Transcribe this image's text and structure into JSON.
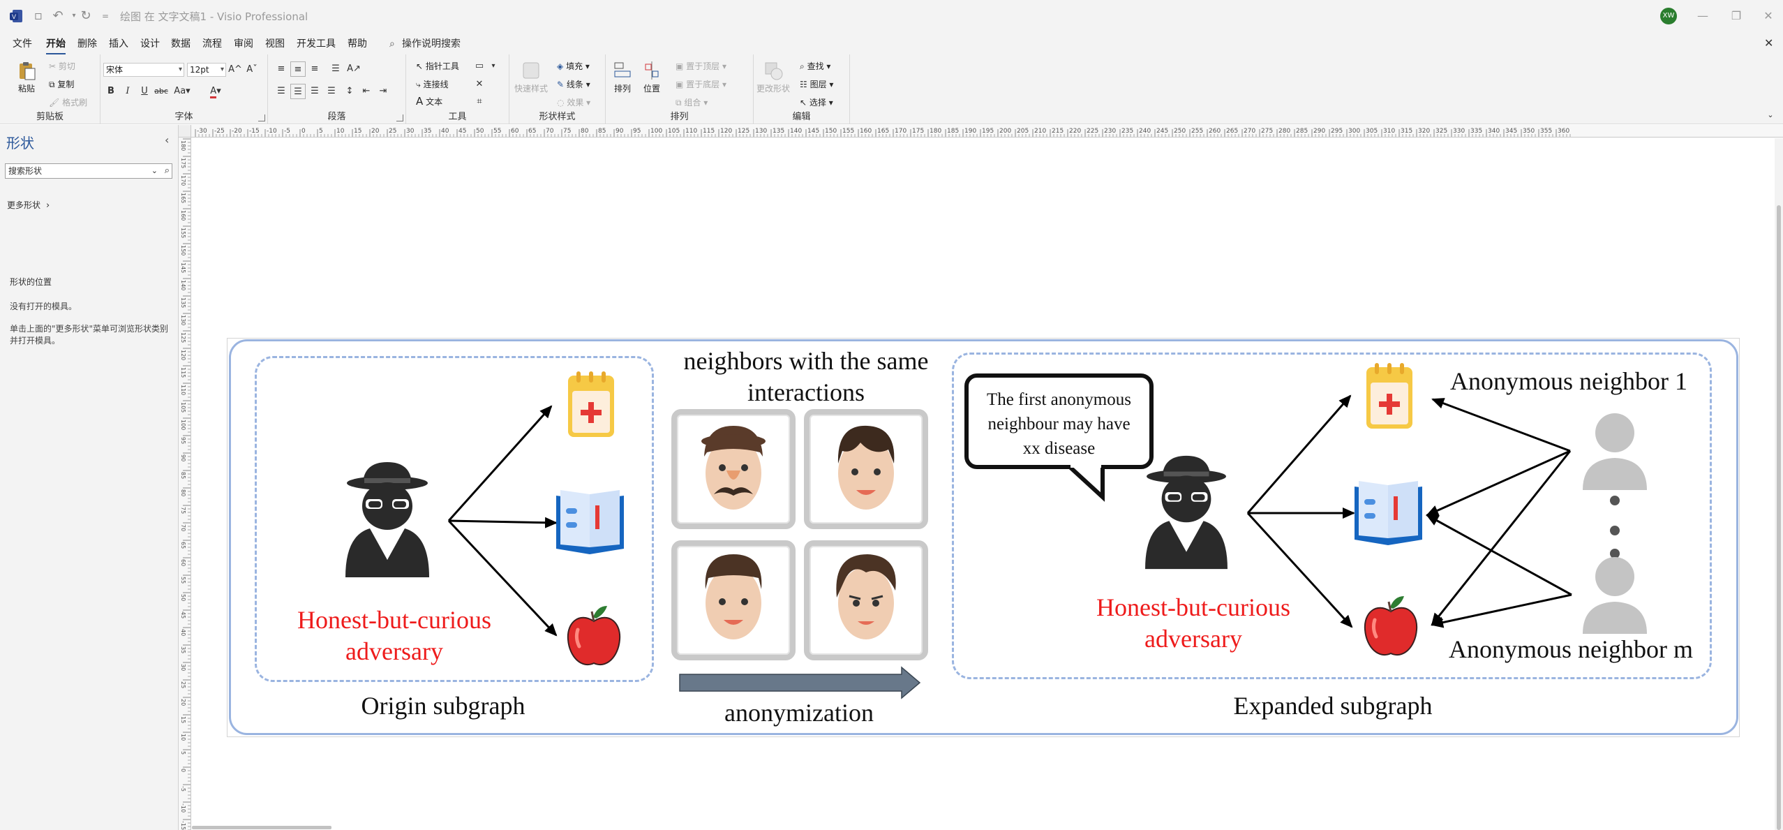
{
  "titlebar": {
    "title": "绘图 在 文字文稿1 - Visio Professional",
    "avatar": "XW"
  },
  "menu": {
    "tabs": [
      "文件",
      "开始",
      "删除",
      "插入",
      "设计",
      "数据",
      "流程",
      "审阅",
      "视图",
      "开发工具",
      "帮助"
    ],
    "active": "开始",
    "search": "操作说明搜索"
  },
  "ribbon": {
    "clipboard": {
      "label": "剪贴板",
      "paste": "粘贴",
      "cut": "剪切",
      "copy": "复制",
      "format_painter": "格式刷"
    },
    "font": {
      "label": "字体",
      "family": "宋体",
      "size": "12pt",
      "bold": "B",
      "italic": "I",
      "underline": "U",
      "strike": "abc",
      "case": "Aa",
      "grow": "A",
      "shrink": "A"
    },
    "paragraph": {
      "label": "段落"
    },
    "tools": {
      "label": "工具",
      "pointer": "指针工具",
      "connector": "连接线",
      "text": "文本"
    },
    "shape_styles": {
      "label": "形状样式",
      "quick_styles": "快速样式",
      "fill": "填充",
      "line": "线条",
      "effects": "效果"
    },
    "arrange": {
      "label": "排列",
      "arrange": "排列",
      "position": "位置",
      "bring_front": "置于顶层",
      "send_back": "置于底层",
      "group": "组合"
    },
    "editing": {
      "label": "编辑",
      "change_shape": "更改形状",
      "find": "查找",
      "layers": "图层",
      "select": "选择"
    }
  },
  "shapes_pane": {
    "title": "形状",
    "search_placeholder": "搜索形状",
    "more_shapes": "更多形状",
    "section": "形状的位置",
    "no_stencils": "没有打开的模具。",
    "hint": "单击上面的\"更多形状\"菜单可浏览形状类别并打开模具。"
  },
  "ruler": {
    "top_ticks": [
      "-30",
      "-25",
      "-20",
      "-15",
      "-10",
      "-5",
      "0",
      "5",
      "10",
      "15",
      "20",
      "25",
      "30",
      "35",
      "40",
      "45",
      "50",
      "55",
      "60",
      "65",
      "70",
      "75",
      "80",
      "85",
      "90",
      "95",
      "100",
      "105",
      "110",
      "115",
      "120",
      "125",
      "130",
      "135",
      "140",
      "145",
      "150",
      "155",
      "160",
      "165",
      "170",
      "175",
      "180",
      "185",
      "190",
      "195",
      "200",
      "205",
      "210",
      "215",
      "220",
      "225",
      "230",
      "235",
      "240",
      "245",
      "250",
      "255",
      "260",
      "265",
      "270",
      "275",
      "280",
      "285",
      "290",
      "295",
      "300",
      "305",
      "310",
      "315",
      "320",
      "325",
      "330",
      "335",
      "340",
      "345",
      "350",
      "355",
      "360"
    ],
    "left_ticks": [
      "180",
      "175",
      "170",
      "165",
      "160",
      "155",
      "150",
      "145",
      "140",
      "135",
      "130",
      "125",
      "120",
      "115",
      "110",
      "105",
      "100",
      "95",
      "90",
      "85",
      "80",
      "75",
      "70",
      "65",
      "60",
      "55",
      "50",
      "45",
      "40",
      "35",
      "30",
      "25",
      "20",
      "15",
      "10",
      "5",
      "0",
      "-5",
      "-10",
      "-15"
    ]
  },
  "diagram": {
    "origin_caption": "Origin subgraph",
    "adversary_label_1": "Honest-but-curious",
    "adversary_label_2": "adversary",
    "middle_title_1": "neighbors with the same",
    "middle_title_2": "interactions",
    "anonymization": "anonymization",
    "expanded_caption": "Expanded subgraph",
    "bubble_1": "The first anonymous",
    "bubble_2": "neighbour may have",
    "bubble_3": "xx disease",
    "neighbor_1": "Anonymous neighbor 1",
    "neighbor_m": "Anonymous neighbor m"
  },
  "colors": {
    "accent": "#2b579a",
    "frame": "#9ab4e0",
    "adversary_text": "#ee1b1b",
    "arrow_fill": "#68788a"
  }
}
